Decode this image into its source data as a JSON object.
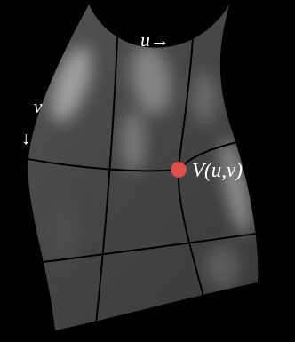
{
  "diagram": {
    "labels": [
      "u→",
      "v",
      "↓",
      "V(u,v)"
    ]
  }
}
